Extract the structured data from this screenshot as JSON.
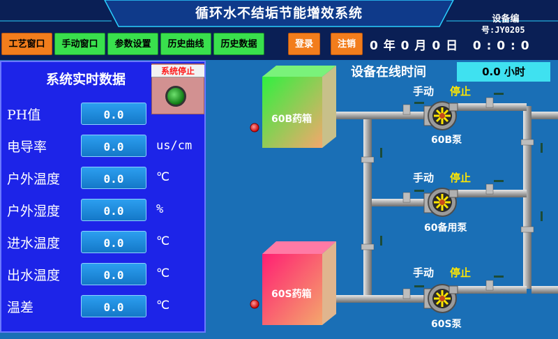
{
  "header": {
    "title": "循环水不结垢节能增效系统",
    "device_label": "设备编",
    "device_number": "号:JY0205"
  },
  "nav": {
    "process_window": "工艺窗口",
    "manual_window": "手动窗口",
    "param_settings": "参数设置",
    "history_curve": "历史曲线",
    "history_data": "历史数据",
    "login": "登录",
    "logout": "注销",
    "datetime": "0 年 0 月 0 日   0 : 0 : 0"
  },
  "panel": {
    "title": "系统实时数据",
    "status_label": "系统停止",
    "params": [
      {
        "label": "PH值",
        "value": "0.0",
        "unit": ""
      },
      {
        "label": "电导率",
        "value": "0.0",
        "unit": "us/cm"
      },
      {
        "label": "户外温度",
        "value": "0.0",
        "unit": "℃"
      },
      {
        "label": "户外湿度",
        "value": "0.0",
        "unit": "%"
      },
      {
        "label": "进水温度",
        "value": "0.0",
        "unit": "℃"
      },
      {
        "label": "出水温度",
        "value": "0.0",
        "unit": "℃"
      },
      {
        "label": "温差",
        "value": "0.0",
        "unit": "℃"
      }
    ]
  },
  "online": {
    "label": "设备在线时间",
    "value": "0.0 小时"
  },
  "tanks": [
    {
      "label": "60B药箱",
      "color_top": "#38e84a",
      "color_bottom": "#f4a76c"
    },
    {
      "label": "60S药箱",
      "color_top": "#ff2d7a",
      "color_bottom": "#f4a76c"
    }
  ],
  "pumps": [
    {
      "name": "60B泵",
      "mode": "手动",
      "state": "停止"
    },
    {
      "name": "60备用泵",
      "mode": "手动",
      "state": "停止"
    },
    {
      "name": "60S泵",
      "mode": "手动",
      "state": "停止"
    }
  ],
  "colors": {
    "accent_green": "#39e04d",
    "accent_orange": "#f27d1c",
    "panel_blue": "#1d24e8",
    "state_yellow": "#ffe600",
    "alarm_red": "#e01515"
  }
}
